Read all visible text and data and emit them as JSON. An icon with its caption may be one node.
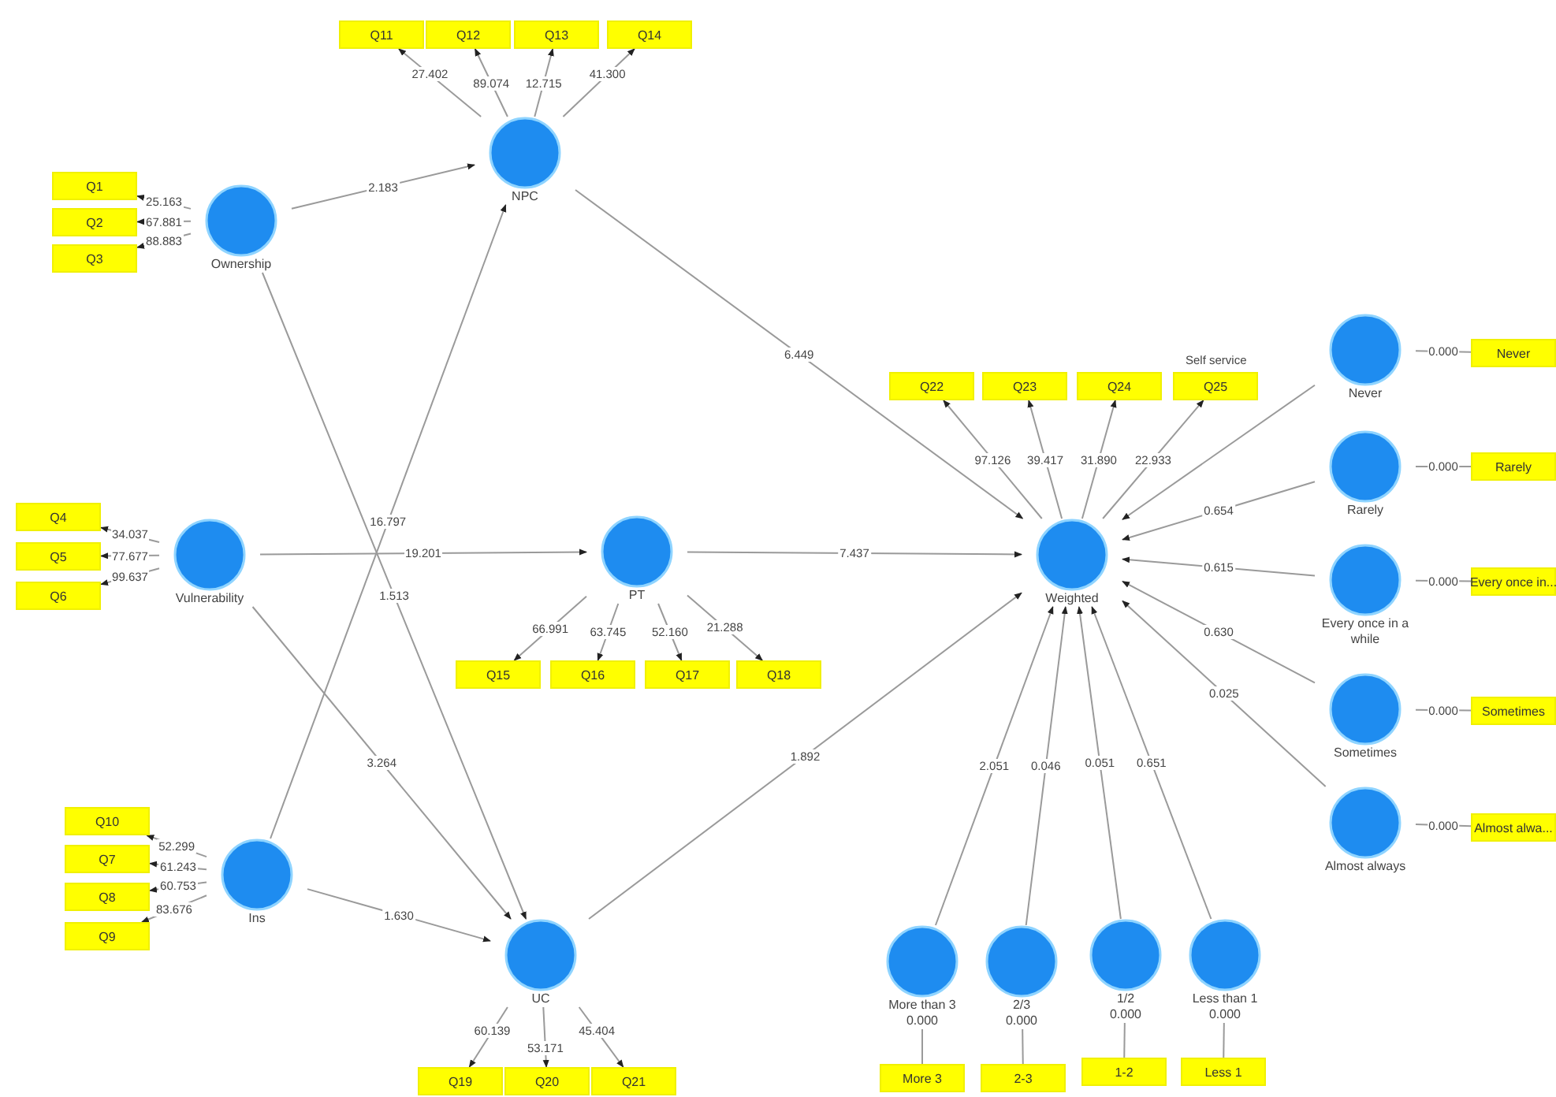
{
  "diagram": {
    "nodes": [
      {
        "text": [
          "Q11"
        ]
      },
      {
        "text": [
          "Q12"
        ]
      },
      {
        "text": [
          "Q13"
        ]
      },
      {
        "text": [
          "Q14"
        ]
      },
      {
        "text": [
          "Q1"
        ]
      },
      {
        "text": [
          "Q2"
        ]
      },
      {
        "text": [
          "Q3"
        ]
      },
      {
        "text": [
          "Ownership"
        ]
      },
      {
        "text": [
          "NPC"
        ]
      },
      {
        "text": [
          "Never"
        ]
      },
      {
        "text": [
          "Never"
        ]
      },
      {
        "text": [
          "Q22"
        ]
      },
      {
        "text": [
          "Q23"
        ]
      },
      {
        "text": [
          "Q24"
        ]
      },
      {
        "text": [
          "Q25"
        ]
      },
      {
        "text": [
          "Rarely"
        ]
      },
      {
        "text": [
          "Rarely"
        ]
      },
      {
        "text": [
          "Q4"
        ]
      },
      {
        "text": [
          "Q5"
        ]
      },
      {
        "text": [
          "Q6"
        ]
      },
      {
        "text": [
          "Vulnerability"
        ]
      },
      {
        "text": [
          "PT"
        ]
      },
      {
        "text": [
          "Weighted"
        ]
      },
      {
        "text": [
          "Every once in a while"
        ]
      },
      {
        "text": [
          "Every once in..."
        ]
      },
      {
        "text": [
          "Q15"
        ]
      },
      {
        "text": [
          "Q16"
        ]
      },
      {
        "text": [
          "Q17"
        ]
      },
      {
        "text": [
          "Q18"
        ]
      },
      {
        "text": [
          "Sometimes"
        ]
      },
      {
        "text": [
          "Sometimes"
        ]
      },
      {
        "text": [
          "Almost always"
        ]
      },
      {
        "text": [
          "Almost alwa..."
        ]
      },
      {
        "text": [
          "Q10"
        ]
      },
      {
        "text": [
          "Q7"
        ]
      },
      {
        "text": [
          "Q8"
        ]
      },
      {
        "text": [
          "Q9"
        ]
      },
      {
        "text": [
          "Ins"
        ]
      },
      {
        "text": [
          "UC"
        ]
      },
      {
        "text": [
          "More than 3",
          "0.000"
        ]
      },
      {
        "text": [
          "2/3",
          "0.000"
        ]
      },
      {
        "text": [
          "1/2",
          "0.000"
        ]
      },
      {
        "text": [
          "Less than 1",
          "0.000"
        ]
      },
      {
        "text": [
          "More 3"
        ]
      },
      {
        "text": [
          "2-3"
        ]
      },
      {
        "text": [
          "1-2"
        ]
      },
      {
        "text": [
          "Less 1"
        ]
      },
      {
        "text": [
          "Q19"
        ]
      },
      {
        "text": [
          "Q20"
        ]
      },
      {
        "text": [
          "Q21"
        ]
      }
    ],
    "edges": [
      {
        "from": 8,
        "to": 0,
        "arrow": "to",
        "label": "27.402"
      },
      {
        "from": 8,
        "to": 1,
        "arrow": "to",
        "label": "89.074"
      },
      {
        "from": 8,
        "to": 2,
        "arrow": "to",
        "label": "12.715"
      },
      {
        "from": 8,
        "to": 3,
        "arrow": "to",
        "label": "41.300"
      },
      {
        "from": 7,
        "to": 4,
        "arrow": "to",
        "label": "25.163"
      },
      {
        "from": 7,
        "to": 5,
        "arrow": "to",
        "label": "67.881"
      },
      {
        "from": 7,
        "to": 6,
        "arrow": "to",
        "label": "88.883"
      },
      {
        "from": 7,
        "to": 8,
        "arrow": "to",
        "label": "2.183"
      },
      {
        "from": 8,
        "to": 22,
        "arrow": "to",
        "label": "6.449"
      },
      {
        "from": 7,
        "to": 38,
        "arrow": "to",
        "label": "1.513"
      },
      {
        "from": 37,
        "to": 8,
        "arrow": "to",
        "label": "16.797"
      },
      {
        "from": 20,
        "to": 17,
        "arrow": "to",
        "label": "34.037"
      },
      {
        "from": 20,
        "to": 18,
        "arrow": "to",
        "label": "77.677"
      },
      {
        "from": 20,
        "to": 19,
        "arrow": "to",
        "label": "99.637"
      },
      {
        "from": 20,
        "to": 21,
        "arrow": "to",
        "label": "19.201"
      },
      {
        "from": 20,
        "to": 38,
        "arrow": "to",
        "label": "3.264"
      },
      {
        "from": 21,
        "to": 22,
        "arrow": "to",
        "label": "7.437"
      },
      {
        "from": 21,
        "to": 25,
        "arrow": "to",
        "label": "66.991"
      },
      {
        "from": 21,
        "to": 26,
        "arrow": "to",
        "label": "63.745"
      },
      {
        "from": 21,
        "to": 27,
        "arrow": "to",
        "label": "52.160"
      },
      {
        "from": 21,
        "to": 28,
        "arrow": "to",
        "label": "21.288"
      },
      {
        "from": 22,
        "to": 11,
        "arrow": "to",
        "label": "97.126"
      },
      {
        "from": 22,
        "to": 12,
        "arrow": "to",
        "label": "39.417"
      },
      {
        "from": 22,
        "to": 13,
        "arrow": "to",
        "label": "31.890"
      },
      {
        "from": 22,
        "to": 14,
        "arrow": "to",
        "label": "22.933"
      },
      {
        "from": 9,
        "to": 22,
        "arrow": "to"
      },
      {
        "from": 15,
        "to": 22,
        "arrow": "to",
        "label": "0.654"
      },
      {
        "from": 23,
        "to": 22,
        "arrow": "to",
        "label": "0.615"
      },
      {
        "from": 29,
        "to": 22,
        "arrow": "to",
        "label": "0.630"
      },
      {
        "from": 31,
        "to": 22,
        "arrow": "to",
        "label": "0.025"
      },
      {
        "from": 9,
        "to": 10,
        "arrow": "none",
        "label": "0.000"
      },
      {
        "from": 15,
        "to": 16,
        "arrow": "none",
        "label": "0.000"
      },
      {
        "from": 23,
        "to": 24,
        "arrow": "none",
        "label": "0.000"
      },
      {
        "from": 29,
        "to": 30,
        "arrow": "none",
        "label": "0.000"
      },
      {
        "from": 31,
        "to": 32,
        "arrow": "none",
        "label": "0.000"
      },
      {
        "from": 37,
        "to": 33,
        "arrow": "to",
        "label": "52.299"
      },
      {
        "from": 37,
        "to": 34,
        "arrow": "to",
        "label": "61.243"
      },
      {
        "from": 37,
        "to": 35,
        "arrow": "to",
        "label": "60.753"
      },
      {
        "from": 37,
        "to": 36,
        "arrow": "to",
        "label": "83.676"
      },
      {
        "from": 37,
        "to": 38,
        "arrow": "to",
        "label": "1.630"
      },
      {
        "from": 38,
        "to": 22,
        "arrow": "to",
        "label": "1.892"
      },
      {
        "from": 38,
        "to": 47,
        "arrow": "to",
        "label": "60.139"
      },
      {
        "from": 38,
        "to": 48,
        "arrow": "to",
        "label": "53.171"
      },
      {
        "from": 38,
        "to": 49,
        "arrow": "to",
        "label": "45.404"
      },
      {
        "from": 39,
        "to": 22,
        "arrow": "to",
        "label": "2.051"
      },
      {
        "from": 40,
        "to": 22,
        "arrow": "to",
        "label": "0.046"
      },
      {
        "from": 41,
        "to": 22,
        "arrow": "to",
        "label": "0.051"
      },
      {
        "from": 42,
        "to": 22,
        "arrow": "to",
        "label": "0.651"
      },
      {
        "from": 39,
        "to": 43,
        "arrow": "none"
      },
      {
        "from": 40,
        "to": 44,
        "arrow": "none"
      },
      {
        "from": 41,
        "to": 45,
        "arrow": "none"
      },
      {
        "from": 42,
        "to": 46,
        "arrow": "none"
      }
    ],
    "labels": [
      "Self service"
    ]
  }
}
